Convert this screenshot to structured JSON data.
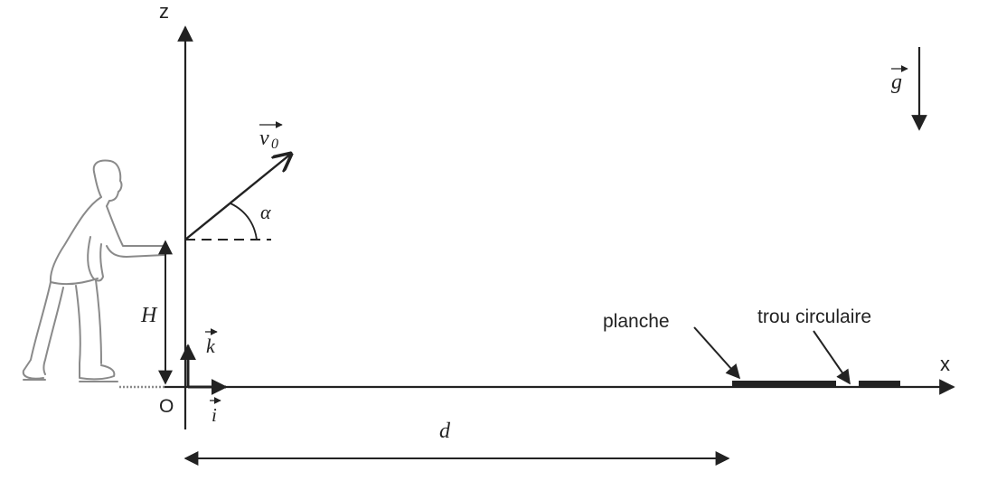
{
  "labels": {
    "z_axis": "z",
    "x_axis": "x",
    "origin": "O",
    "height": "H",
    "distance": "d",
    "angle": "α",
    "unit_k": "k",
    "unit_i": "i",
    "velocity": "v",
    "velocity_sub": "0",
    "gravity": "g",
    "plank": "planche",
    "hole": "trou circulaire"
  },
  "colors": {
    "ink": "#222222",
    "figure": "#8a8a8a"
  }
}
